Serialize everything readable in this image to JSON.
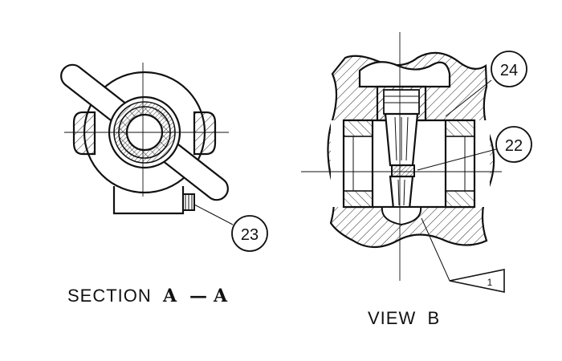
{
  "views": {
    "section_aa": {
      "caption_word": "SECTION",
      "caption_letter1": "A",
      "caption_dash": "—",
      "caption_letter2": "A"
    },
    "view_b": {
      "caption": "VIEW  B"
    }
  },
  "callouts": [
    {
      "id": "23",
      "label": "23"
    },
    {
      "id": "24",
      "label": "24"
    },
    {
      "id": "22",
      "label": "22"
    }
  ],
  "flag_note": {
    "label": "1"
  },
  "colors": {
    "ink": "#111111",
    "paper": "#ffffff"
  }
}
